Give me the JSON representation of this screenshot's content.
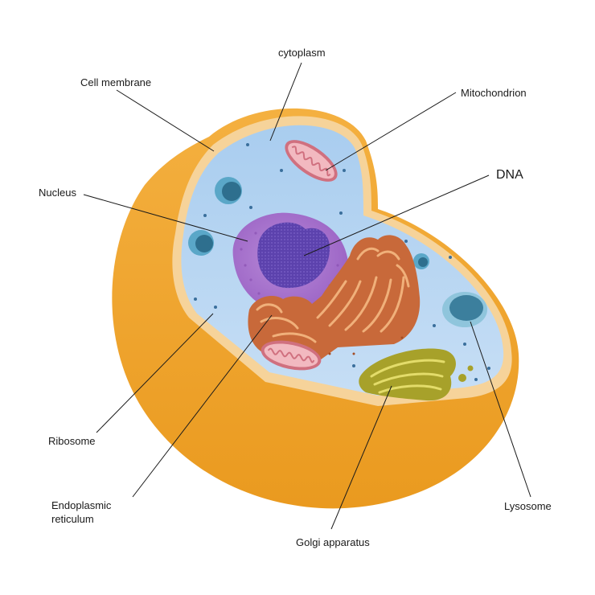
{
  "labels": {
    "cytoplasm": "cytoplasm",
    "cell_membrane": "Cell membrane",
    "mitochondrion": "Mitochondrion",
    "dna": "DNA",
    "nucleus": "Nucleus",
    "ribosome": "Ribosome",
    "endoplasmic_reticulum": "Endoplasmic reticulum",
    "golgi_apparatus": "Golgi apparatus",
    "lysosome": "Lysosome"
  },
  "colors": {
    "background": "#ffffff",
    "cell_outer": "#f0a52a",
    "membrane_rim": "#f6d39a",
    "cytoplasm": "#b9d7f2",
    "nucleus": "#a56fcc",
    "dna": "#5a3fa8",
    "endoplasmic_reticulum": "#c8693a",
    "mitochondrion": "#e7a6b0",
    "golgi": "#b3ae2c",
    "lysosome": "#7fb7d4",
    "leader_line": "#1a1a1a"
  }
}
